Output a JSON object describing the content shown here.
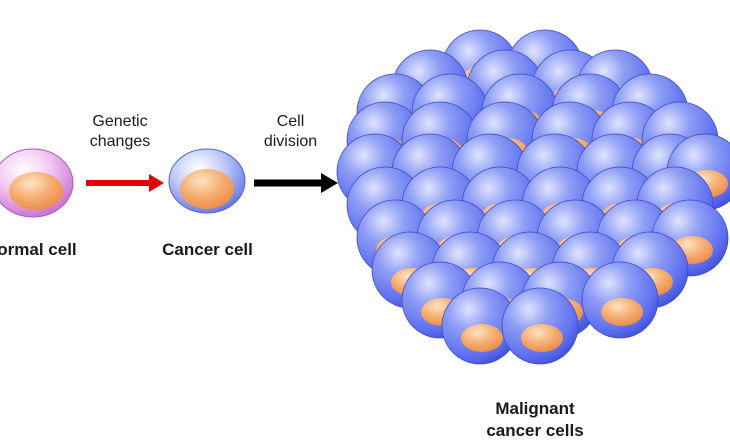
{
  "stages": [
    {
      "label": "Normal cell"
    },
    {
      "label": "Cancer cell"
    },
    {
      "label_lines": [
        "Malignant",
        "cancer cells"
      ]
    }
  ],
  "arrows": [
    {
      "label_lines": [
        "Genetic",
        "changes"
      ],
      "color": "#e00000"
    },
    {
      "label_lines": [
        "Cell",
        "division"
      ],
      "color": "#000000"
    }
  ],
  "colors": {
    "normal_cell_membrane": "#e8a8ec",
    "cancer_cell_membrane": "#8fa3f0",
    "tumor_cell": "#6b7ff0",
    "nucleus": "#f4a66a",
    "background": "#ffffff"
  }
}
